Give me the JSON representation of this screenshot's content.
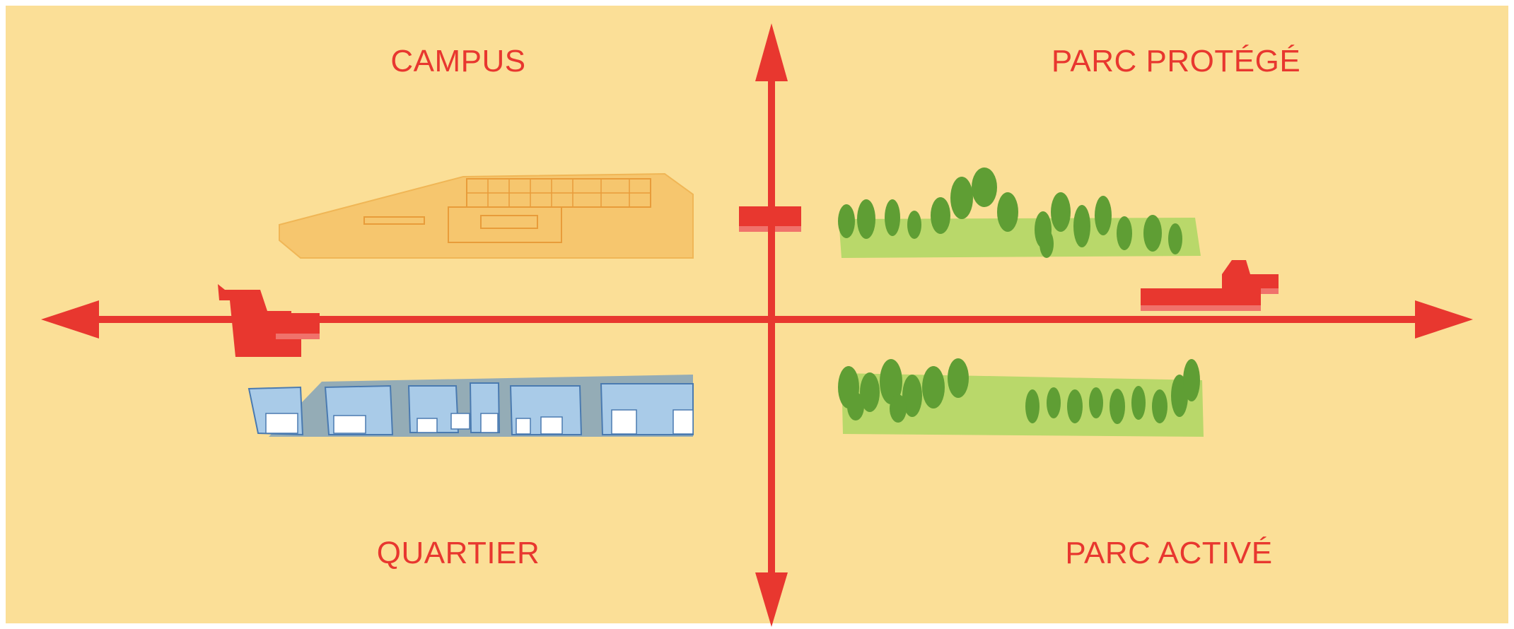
{
  "quadrants": {
    "top_left": "CAMPUS",
    "top_right": "PARC PROTÉGÉ",
    "bottom_left": "QUARTIER",
    "bottom_right": "PARC ACTIVÉ"
  },
  "colors": {
    "background": "#fbdf97",
    "axis": "#e8372f",
    "campus": "#f6c46a",
    "quartier": "#8ab4d8",
    "park": "#b9d86a",
    "tree": "#5f9e34"
  }
}
